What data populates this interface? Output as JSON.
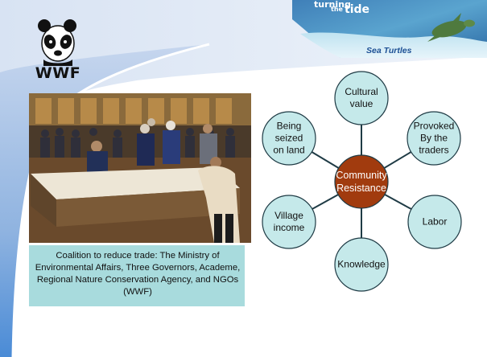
{
  "logo": {
    "text": "WWF"
  },
  "banner": {
    "word_turning": "turning",
    "word_the": "the",
    "word_tide": "tide",
    "subtitle": "Sea Turtles"
  },
  "photo": {
    "caption": "Coalition to reduce trade: The Ministry of Environmental Affairs, Three Governors, Academe, Regional Nature Conservation Agency, and NGOs (WWF)"
  },
  "diagram": {
    "center": {
      "lines": [
        "Community",
        "Resistance"
      ]
    },
    "nodes": [
      {
        "name": "cultural-value",
        "lines": [
          "Cultural",
          "value"
        ]
      },
      {
        "name": "provoked-by-traders",
        "lines": [
          "Provoked",
          "By the",
          "traders"
        ]
      },
      {
        "name": "labor",
        "lines": [
          "Labor"
        ]
      },
      {
        "name": "knowledge",
        "lines": [
          "Knowledge"
        ]
      },
      {
        "name": "village-income",
        "lines": [
          "Village",
          "income"
        ]
      },
      {
        "name": "being-seized-on-land",
        "lines": [
          "Being",
          "seized",
          "on land"
        ]
      }
    ],
    "colors": {
      "node_fill": "#c5e9ea",
      "center_fill": "#a13b0e",
      "stroke": "#1f3b45",
      "accent_blue": "#1c4f94"
    }
  }
}
